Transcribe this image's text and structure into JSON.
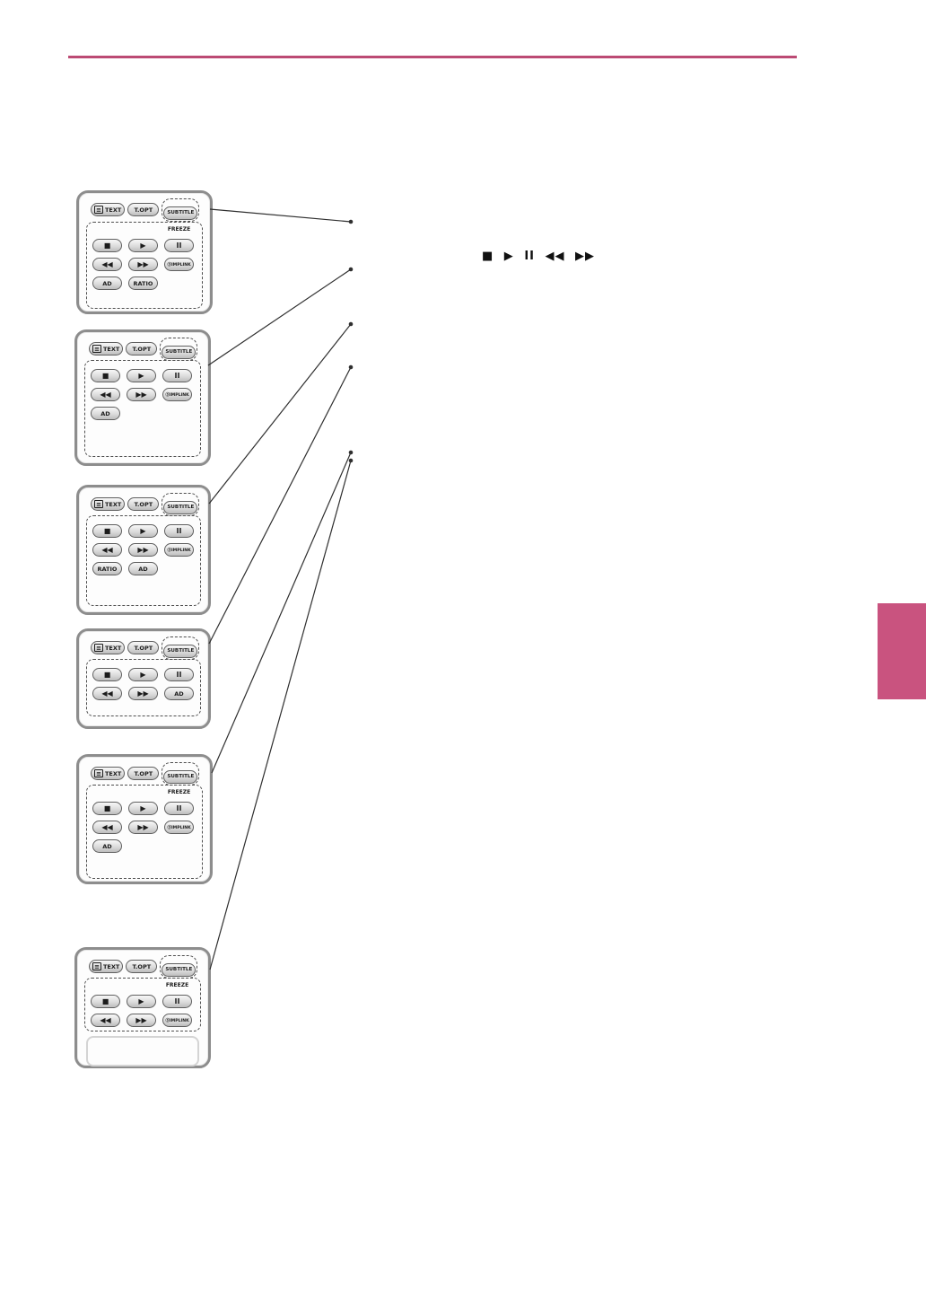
{
  "colors": {
    "accent-pink": "#bc4a74",
    "tab-pink": "#c9537f"
  },
  "labels": {
    "teletext_icon": "≡",
    "text": "TEXT",
    "topt": "T.OPT",
    "subtitle": "SUBTITLE",
    "freeze": "FREEZE",
    "stop": "■",
    "play": "▶",
    "pause": "II",
    "rewind": "◀◀",
    "forward": "▶▶",
    "simplink": "ⓈIMPLINK",
    "ad": "AD",
    "ratio": "RATIO"
  },
  "annotation": {
    "playback_symbols": "■ ▶ II ◀◀ ▶▶"
  }
}
